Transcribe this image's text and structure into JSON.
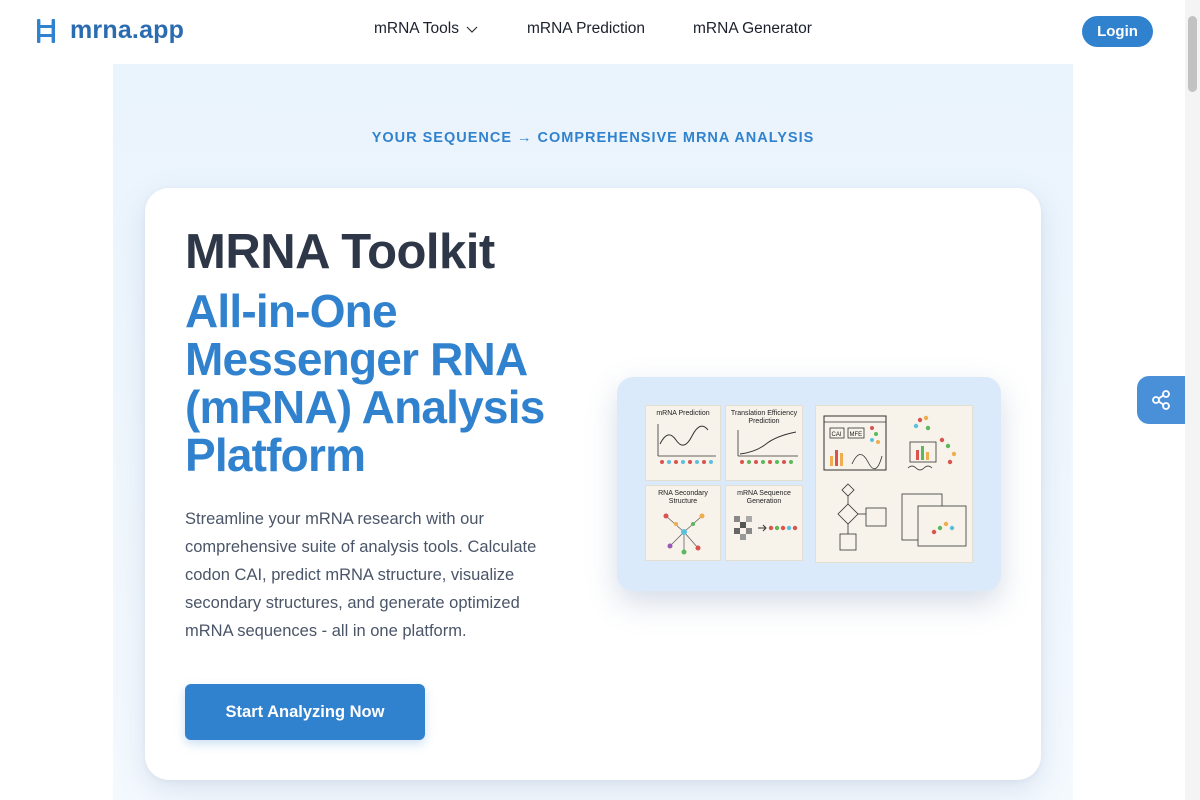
{
  "brand": {
    "name": "mrna.app",
    "color": "#2b6cb0"
  },
  "nav": {
    "items": [
      {
        "label": "mRNA Tools",
        "has_dropdown": true
      },
      {
        "label": "mRNA Prediction"
      },
      {
        "label": "mRNA Generator"
      }
    ],
    "login_label": "Login"
  },
  "hero": {
    "eyebrow": "YOUR SEQUENCE → COMPREHENSIVE MRNA ANALYSIS",
    "title": "MRNA Toolkit",
    "subtitle": "All-in-One Messenger RNA (mRNA) Analysis Platform",
    "description": "Streamline your mRNA research with our comprehensive suite of analysis tools. Calculate codon CAI, predict mRNA structure, visualize secondary structures, and generate optimized mRNA sequences - all in one platform.",
    "cta_label": "Start Analyzing Now"
  },
  "illustration": {
    "tiles": [
      {
        "title": "mRNA Prediction"
      },
      {
        "title": "Translation Efficiency Prediction"
      },
      {
        "title": "RNA Secondary Structure"
      },
      {
        "title": "mRNA Sequence Generation"
      }
    ],
    "badges": [
      "CAI",
      "MFE"
    ]
  },
  "colors": {
    "accent": "#3182ce",
    "hero_bg": "#eaf4fd",
    "share": "#4a90d9"
  },
  "icons": {
    "logo": "ladder-icon",
    "share": "share-icon",
    "dropdown": "chevron-down-icon"
  }
}
